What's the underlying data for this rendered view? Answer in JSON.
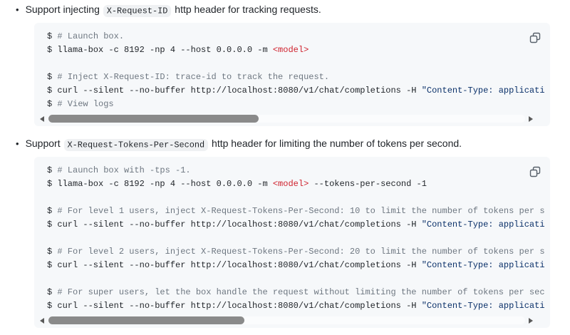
{
  "colors": {
    "text": "#1f2328",
    "comment": "#6e7781",
    "string": "#0a3069",
    "red": "#cf222e",
    "code_bg": "#f6f8fa",
    "inline_code_bg": "#eff1f3",
    "scroll_thumb": "#8a8a8a",
    "arrow": "#5a5a5a",
    "icon": "#57606a"
  },
  "sections": [
    {
      "text_before_code": "Support injecting ",
      "inline_code": "X-Request-ID",
      "text_after_code": " http header for tracking requests.",
      "copy_icon": "copy-icon",
      "code_lines": [
        [
          {
            "t": "p",
            "s": "$ "
          },
          {
            "t": "c",
            "s": "# Launch box."
          }
        ],
        [
          {
            "t": "p",
            "s": "$ llama-box -c 8192 -np 4 --host 0.0.0.0 -m "
          },
          {
            "t": "r",
            "s": "<model>"
          }
        ],
        [],
        [
          {
            "t": "p",
            "s": "$ "
          },
          {
            "t": "c",
            "s": "# Inject X-Request-ID: trace-id to track the request."
          }
        ],
        [
          {
            "t": "p",
            "s": "$ curl --silent --no-buffer http://localhost:8080/v1/chat/completions -H "
          },
          {
            "t": "s",
            "s": "\"Content-Type: applicati"
          }
        ],
        [
          {
            "t": "p",
            "s": "$ "
          },
          {
            "t": "c",
            "s": "# View logs"
          }
        ]
      ],
      "scrollbar": {
        "thumb_width": "44%"
      }
    },
    {
      "text_before_code": "Support ",
      "inline_code": "X-Request-Tokens-Per-Second",
      "text_after_code": " http header for limiting the number of tokens per second.",
      "copy_icon": "copy-icon",
      "code_lines": [
        [
          {
            "t": "p",
            "s": "$ "
          },
          {
            "t": "c",
            "s": "# Launch box with -tps -1."
          }
        ],
        [
          {
            "t": "p",
            "s": "$ llama-box -c 8192 -np 4 --host 0.0.0.0 -m "
          },
          {
            "t": "r",
            "s": "<model>"
          },
          {
            "t": "p",
            "s": " --tokens-per-second -1"
          }
        ],
        [],
        [
          {
            "t": "p",
            "s": "$ "
          },
          {
            "t": "c",
            "s": "# For level 1 users, inject X-Request-Tokens-Per-Second: 10 to limit the number of tokens per s"
          }
        ],
        [
          {
            "t": "p",
            "s": "$ curl --silent --no-buffer http://localhost:8080/v1/chat/completions -H "
          },
          {
            "t": "s",
            "s": "\"Content-Type: applicati"
          }
        ],
        [],
        [
          {
            "t": "p",
            "s": "$ "
          },
          {
            "t": "c",
            "s": "# For level 2 users, inject X-Request-Tokens-Per-Second: 20 to limit the number of tokens per s"
          }
        ],
        [
          {
            "t": "p",
            "s": "$ curl --silent --no-buffer http://localhost:8080/v1/chat/completions -H "
          },
          {
            "t": "s",
            "s": "\"Content-Type: applicati"
          }
        ],
        [],
        [
          {
            "t": "p",
            "s": "$ "
          },
          {
            "t": "c",
            "s": "# For super users, let the box handle the request without limiting the number of tokens per sec"
          }
        ],
        [
          {
            "t": "p",
            "s": "$ curl --silent --no-buffer http://localhost:8080/v1/chat/completions -H "
          },
          {
            "t": "s",
            "s": "\"Content-Type: applicati"
          }
        ]
      ],
      "scrollbar": {
        "thumb_width": "41%"
      }
    }
  ]
}
